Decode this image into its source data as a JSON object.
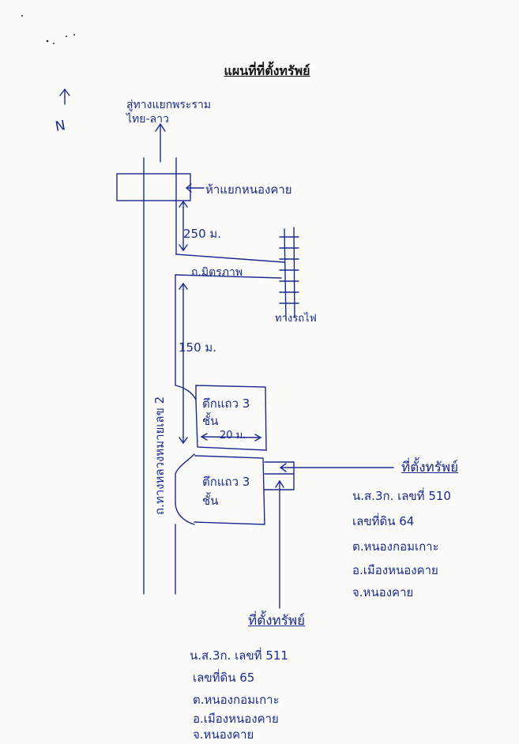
{
  "title": "แผนที่ที่ตั้งทรัพย์",
  "north_label": "N",
  "labels": {
    "top_destination": "สู่ทางแยกพระราม ไทย-ลาว",
    "junction": "ห้าแยกหนองคาย",
    "distance_top": "250 ม.",
    "side_road": "ถ.มิตรภาพ",
    "rail": "ทางรถไฟ",
    "distance_mid": "150 ม.",
    "main_road": "ถ.ทางหลวงหมายเลข 2",
    "building_upper": "ตึกแถว 3 ชั้น",
    "building_upper_width": "20 ม.",
    "building_lower": "ตึกแถว 3 ชั้น"
  },
  "property_right": {
    "heading": "ที่ตั้งทรัพย์",
    "lines": [
      "น.ส.3ก. เลขที่ 510",
      "เลขที่ดิน 64",
      "ต.หนองกอมเกาะ",
      "อ.เมืองหนองคาย",
      "จ.หนองคาย"
    ]
  },
  "property_bottom": {
    "heading": "ที่ตั้งทรัพย์",
    "lines": [
      "น.ส.3ก. เลขที่ 511",
      "เลขที่ดิน 65",
      "ต.หนองกอมเกาะ",
      "อ.เมืองหนองคาย",
      "จ.หนองคาย"
    ]
  },
  "colors": {
    "ink": "#1b2a8f",
    "title": "#111111",
    "paper": "#fbfbf9"
  }
}
